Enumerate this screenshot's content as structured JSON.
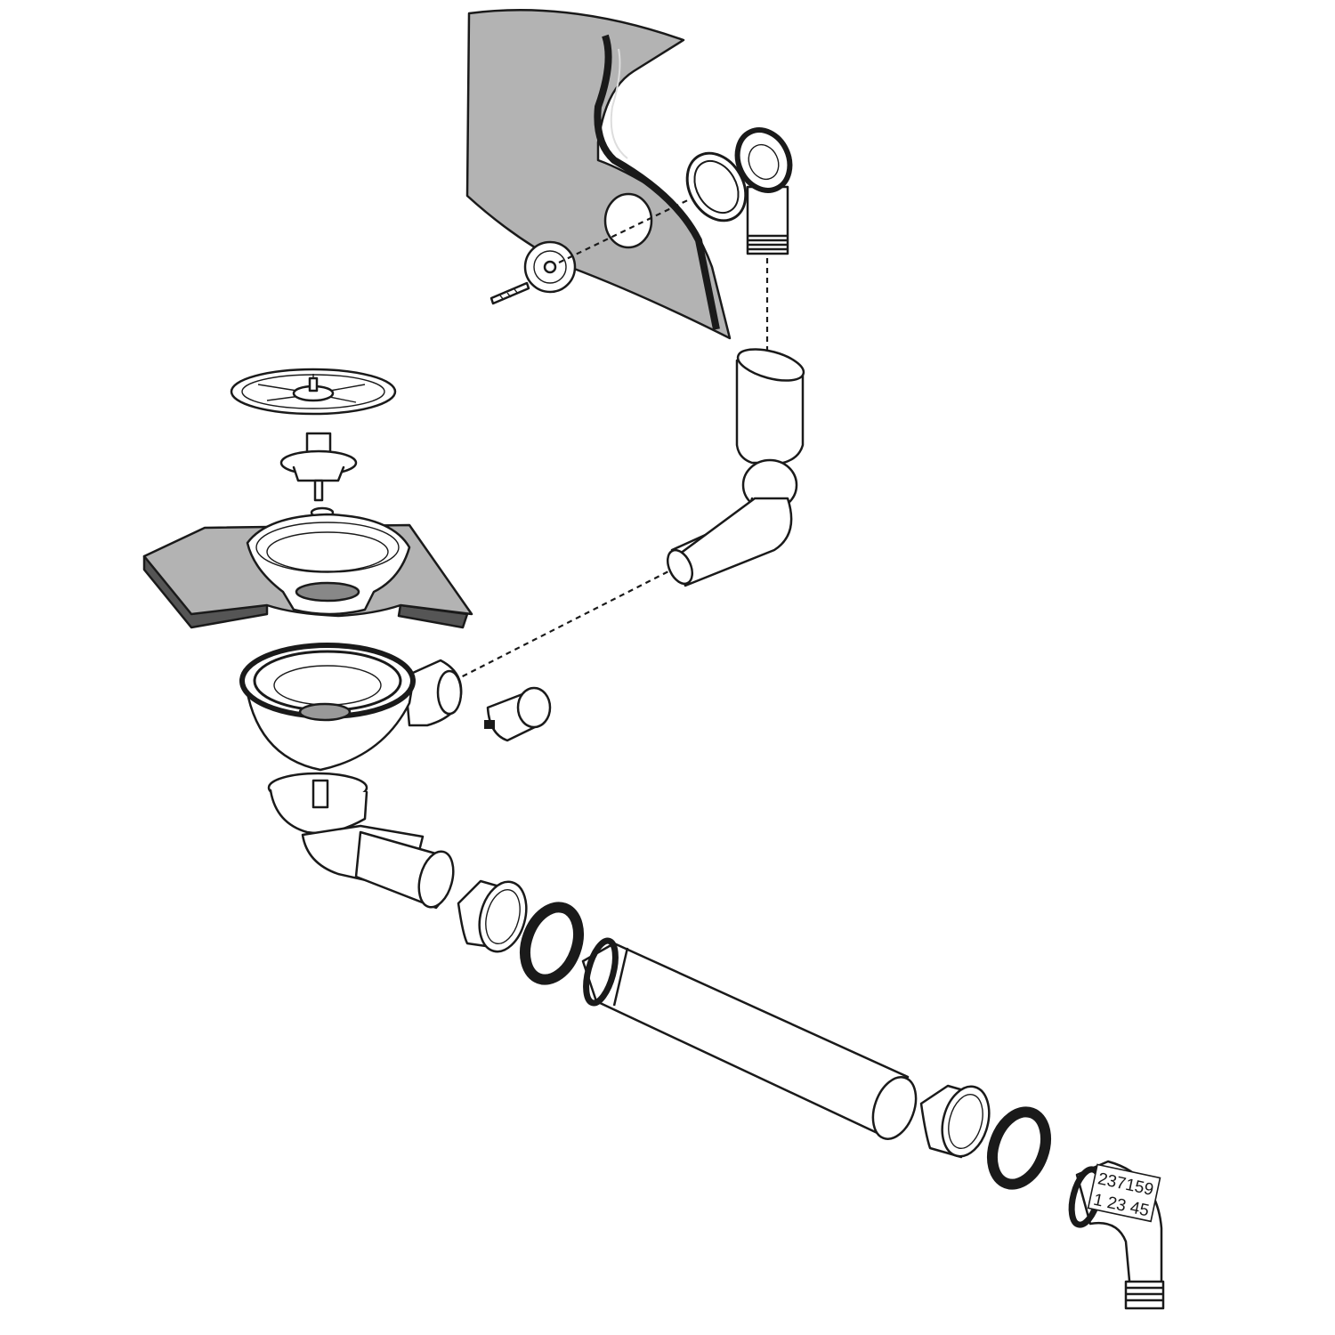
{
  "diagram": {
    "type": "exploded-assembly",
    "part_label": {
      "line1": "237159",
      "line2": "1 23 45"
    },
    "colors": {
      "line": "#1a1a1a",
      "panel": "#b3b3b3",
      "slab_edge": "#555555"
    }
  }
}
